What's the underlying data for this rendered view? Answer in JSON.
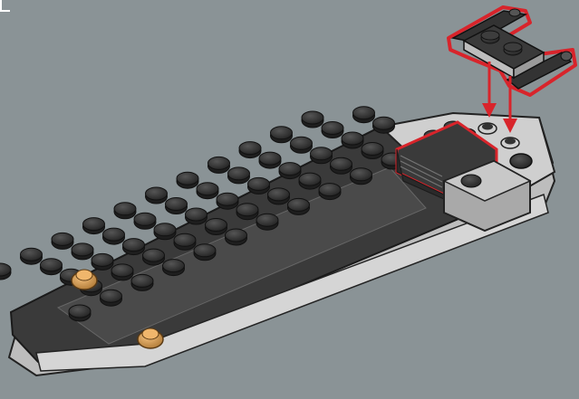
{
  "scene": {
    "background_color": "#8a9396",
    "callout_color": "#d8242b",
    "arrow_color": "#d8242b",
    "plate_color": "#3a3a3a",
    "stud_color": "#2f2f2f",
    "light_gray": "#bdbdbd",
    "tan_stud_color": "#d19a55"
  },
  "step": {
    "main_build": "long-dark-plate-with-studs",
    "new_part": "plate-with-clip-and-bar-handles",
    "arrow_count": 2,
    "tan_round_plates": 2
  },
  "icons": {
    "corner_mark": "corner-bracket-icon"
  }
}
